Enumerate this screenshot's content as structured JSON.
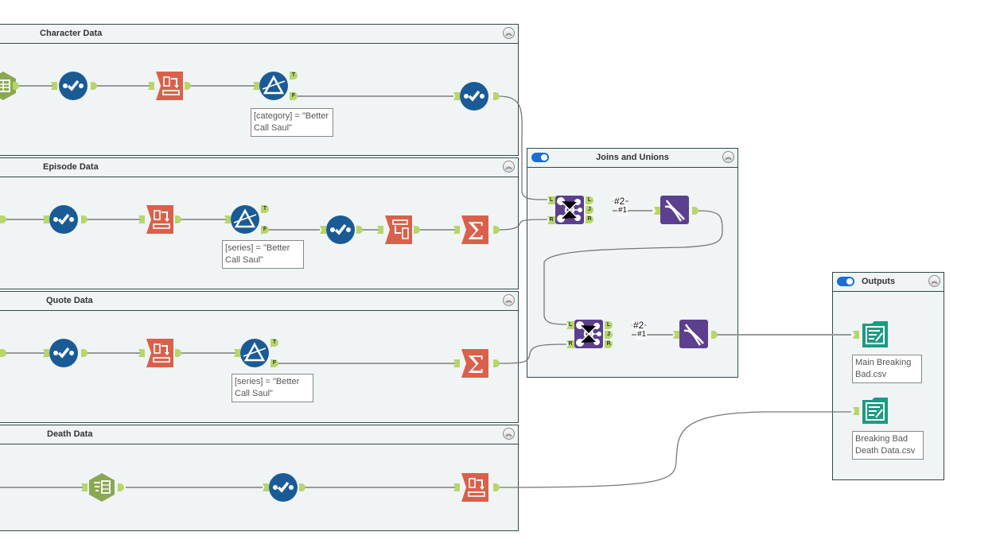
{
  "containers": {
    "character": {
      "title": "Character Data",
      "collapse_icon": "chevron-double-up"
    },
    "episode": {
      "title": "Episode Data",
      "collapse_icon": "chevron-double-up"
    },
    "quote": {
      "title": "Quote Data",
      "collapse_icon": "chevron-double-up"
    },
    "death": {
      "title": "Death Data",
      "collapse_icon": "chevron-double-up"
    },
    "joins": {
      "title": "Joins and Unions",
      "enabled": true,
      "collapse_icon": "chevron-double-up"
    },
    "outputs": {
      "title": "Outputs",
      "enabled": true,
      "collapse_icon": "chevron-double-up"
    }
  },
  "annotations": {
    "char_filter": "[category] = \"Better Call Saul\"",
    "ep_filter": "[series] = \"Better Call Saul\"",
    "quote_filter": "[series] = \"Better Call Saul\"",
    "output1": "Main Breaking Bad.csv",
    "output2": "Breaking Bad Death Data.csv"
  },
  "ports": {
    "true": "T",
    "false": "F",
    "left": "L",
    "join": "J",
    "right": "R"
  },
  "connection_labels": {
    "j1_a": "#2",
    "j1_b": "#1",
    "j2_a": "#2",
    "j2_b": "#1"
  },
  "colors": {
    "select": "#1a5b96",
    "prep": "#d9614c",
    "join": "#5c3f8e",
    "output": "#1d9a82",
    "input": "#8aa852",
    "port": "#b7d669"
  }
}
